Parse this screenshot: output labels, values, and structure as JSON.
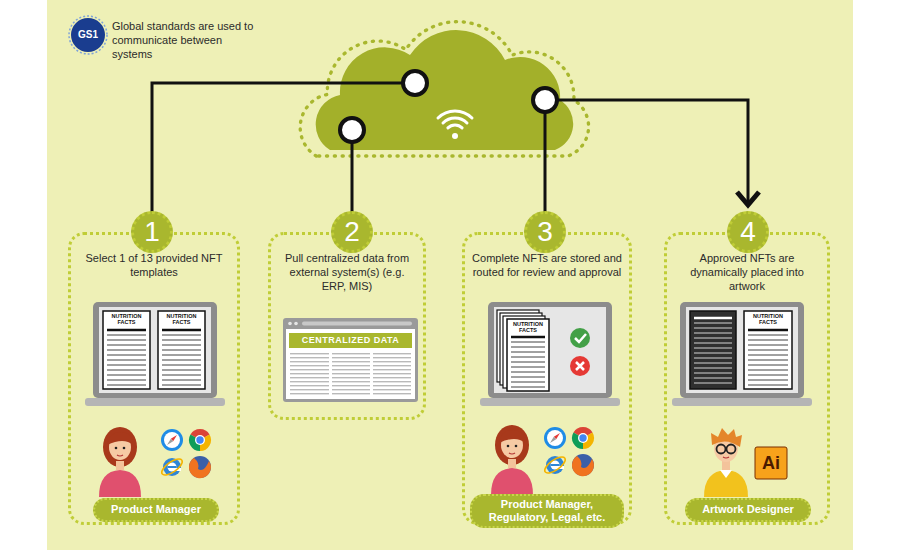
{
  "diagram": {
    "nodes": [
      {
        "text": [
          "Select 1 of 13 provided NFT templates"
        ]
      },
      {
        "text": [
          "1"
        ],
        "in": 0
      },
      {
        "text": [
          "Product Manager"
        ],
        "in": 0
      },
      {
        "text": [
          "Pull centralized data from external system(s) (e.g. ERP, MIS)"
        ]
      },
      {
        "text": [
          "2"
        ],
        "in": 3
      },
      {
        "text": [
          "CENTRALIZED DATA"
        ],
        "in": 3
      },
      {
        "text": [
          "Complete NFTs are stored and routed for review and approval"
        ]
      },
      {
        "text": [
          "3"
        ],
        "in": 6
      },
      {
        "text": [
          "Product Manager, Regulatory, Legal, etc."
        ],
        "in": 6
      },
      {
        "text": [
          "Approved NFTs are dynamically placed into artwork"
        ]
      },
      {
        "text": [
          "4"
        ],
        "in": 9
      },
      {
        "text": [
          "Artwork Designer"
        ],
        "in": 9
      }
    ],
    "labels": [
      "GS1",
      "Global standards are used to communicate between systems",
      "NUTRITION FACTS",
      "NUTRITION FACTS",
      "NUTRITION FACTS",
      "NUTRITION FACTS",
      "Ai"
    ]
  }
}
